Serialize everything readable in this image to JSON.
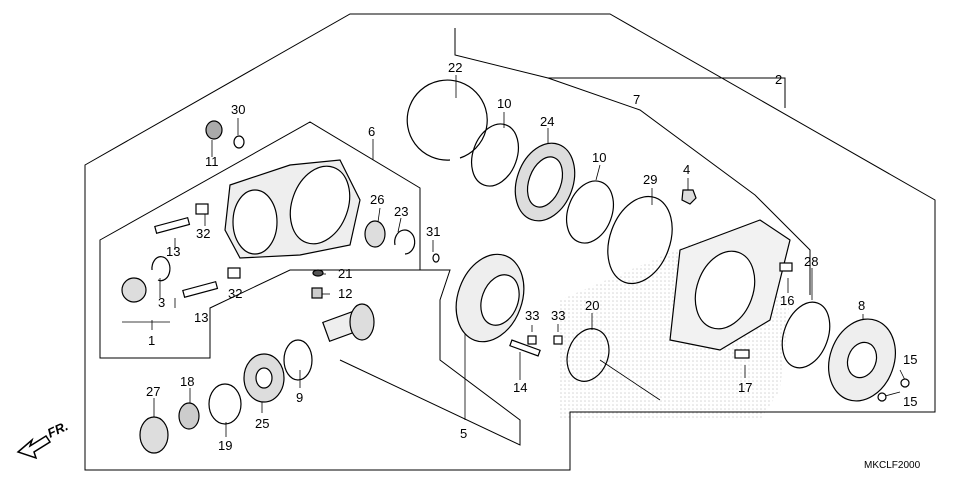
{
  "diagram_code": "MKCLF2000",
  "front_arrow_label": "FR.",
  "callouts": [
    "1",
    "2",
    "3",
    "4",
    "5",
    "6",
    "7",
    "8",
    "9",
    "10",
    "10",
    "11",
    "12",
    "13",
    "13",
    "14",
    "15",
    "15",
    "16",
    "17",
    "18",
    "19",
    "20",
    "21",
    "22",
    "23",
    "24",
    "25",
    "26",
    "27",
    "28",
    "29",
    "30",
    "31",
    "32",
    "32",
    "33",
    "33"
  ],
  "colors": {
    "line": "#000000",
    "watermark": "#c8c8c8",
    "background": "#ffffff"
  }
}
